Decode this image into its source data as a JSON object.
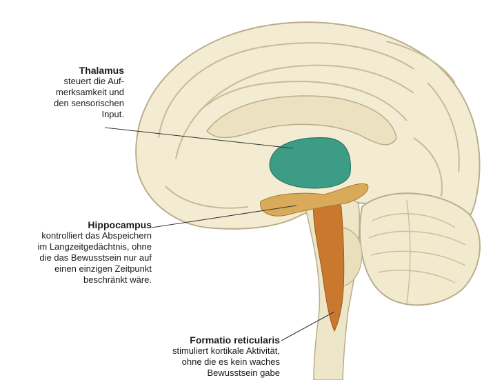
{
  "labels": {
    "thalamus": {
      "title": "Thalamus",
      "description": "steuert die Auf-\nmerksamkeit und\nden sensorischen\nInput."
    },
    "hippocampus": {
      "title": "Hippocampus",
      "description": "kontrolliert das Abspeichern\nim Langzeitgedächtnis, ohne\ndie das Bewusstsein nur auf\neinen einzigen Zeitpunkt\nbeschränkt wäre."
    },
    "formatio": {
      "title": "Formatio reticularis",
      "description": "stimuliert kortikale Aktivität,\nohne die es kein waches\nBewusstsein gabe"
    }
  },
  "colors": {
    "brain_fill": "#f3ecd2",
    "brain_stroke": "#b9ad8a",
    "thalamus": "#3c9c86",
    "formatio": "#c9782e",
    "hippocampus": "#d9aa5a"
  }
}
